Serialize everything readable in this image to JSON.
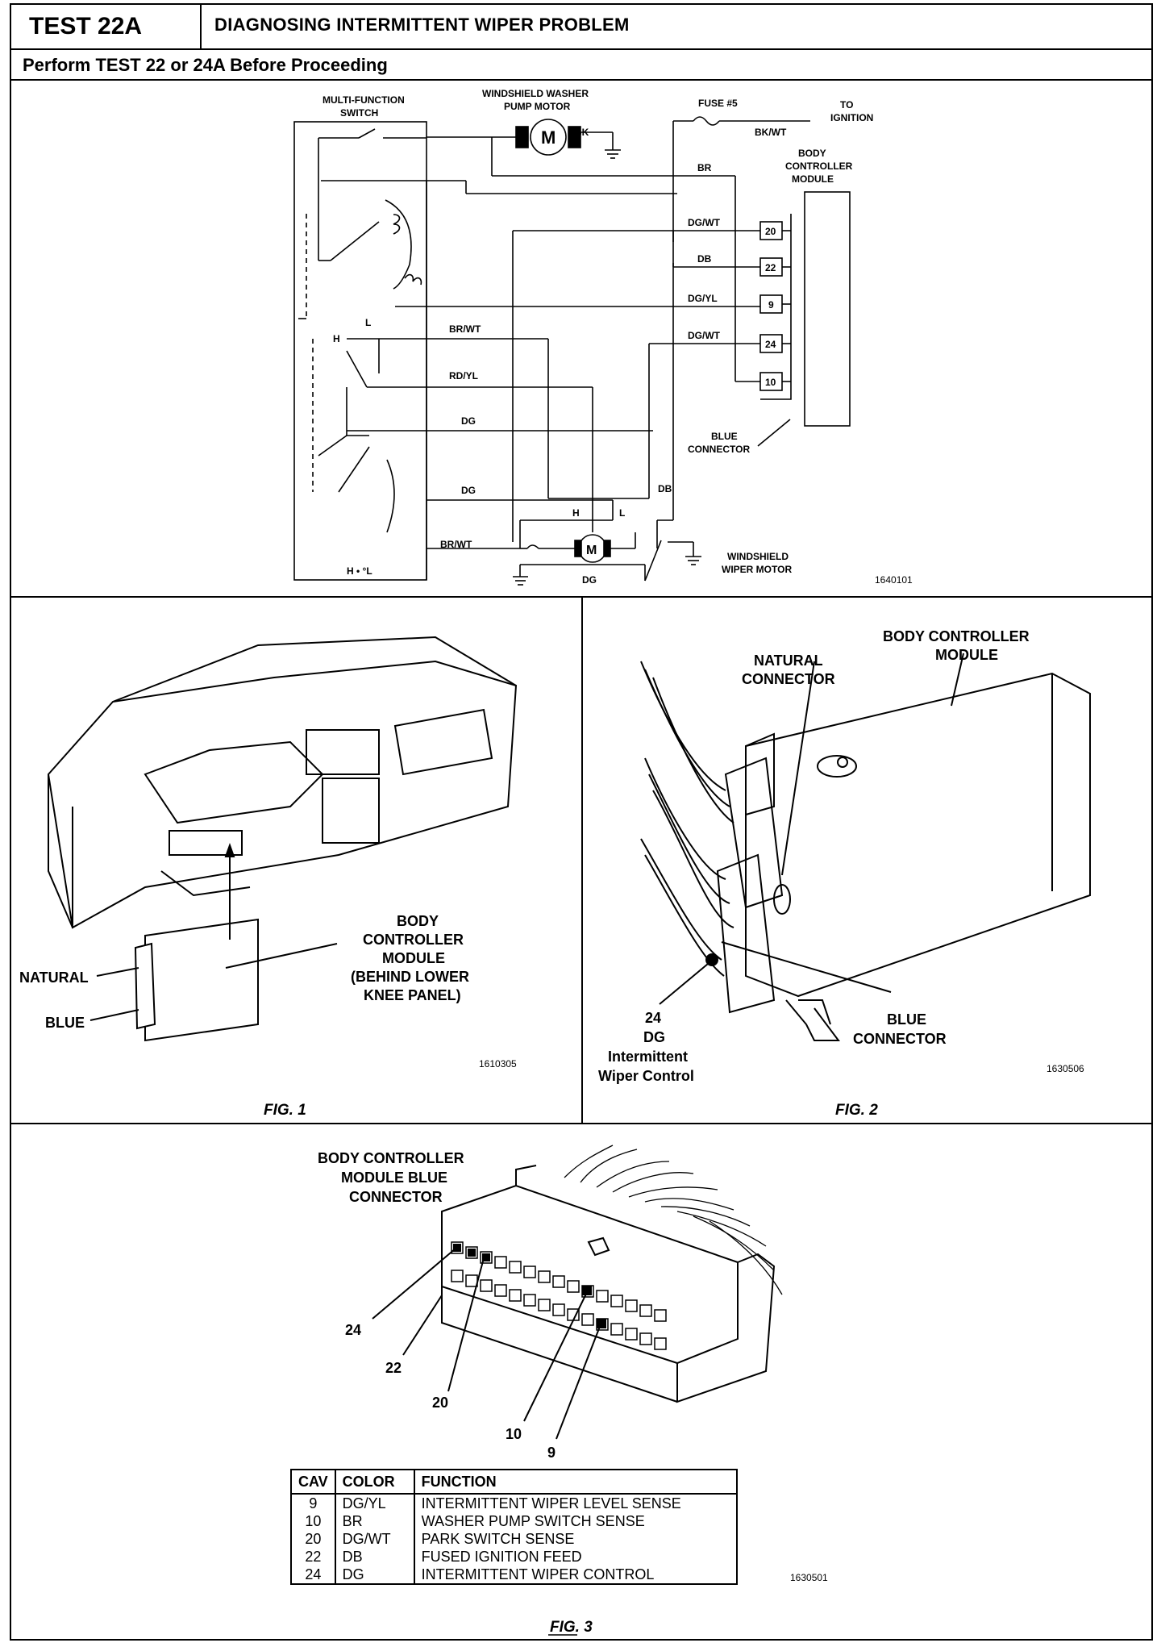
{
  "header": {
    "test_id": "TEST 22A",
    "title": "DIAGNOSING INTERMITTENT WIPER PROBLEM",
    "prereq": "Perform TEST 22 or 24A Before Proceeding"
  },
  "schematic": {
    "labels": {
      "mfs": [
        "MULTI-FUNCTION",
        "SWITCH"
      ],
      "washer": [
        "WINDSHIELD WASHER",
        "PUMP MOTOR"
      ],
      "fuse": "FUSE #5",
      "to_ign": [
        "TO",
        "IGNITION"
      ],
      "bcm": [
        "BODY",
        "CONTROLLER",
        "MODULE"
      ],
      "blue_conn": [
        "BLUE",
        "CONNECTOR"
      ],
      "wiper_motor": [
        "WINDSHIELD",
        "WIPER MOTOR"
      ],
      "motor": "M",
      "h": "H",
      "l": "L",
      "hl_bottom": "H • °L",
      "code": "1640101"
    },
    "wires": {
      "bk": "BK",
      "bkwt": "BK/WT",
      "br": "BR",
      "dgwt": "DG/WT",
      "db": "DB",
      "dgyl": "DG/YL",
      "dgwt2": "DG/WT",
      "brwt": "BR/WT",
      "rdyl": "RD/YL",
      "dg": "DG",
      "dg2": "DG",
      "db2": "DB",
      "brwt2": "BR/WT",
      "dg3": "DG"
    },
    "pins": [
      "20",
      "22",
      "9",
      "24",
      "10"
    ]
  },
  "fig1": {
    "caption": "FIG. 1",
    "bcm": [
      "BODY",
      "CONTROLLER",
      "MODULE",
      "(BEHIND LOWER",
      "KNEE PANEL)"
    ],
    "natural": "NATURAL",
    "blue": "BLUE",
    "code": "1610305"
  },
  "fig2": {
    "caption": "FIG. 2",
    "natural": [
      "NATURAL",
      "CONNECTOR"
    ],
    "bcm": [
      "BODY CONTROLLER",
      "MODULE"
    ],
    "pin": [
      "24",
      "DG",
      "Intermittent",
      "Wiper Control"
    ],
    "blue": [
      "BLUE",
      "CONNECTOR"
    ],
    "code": "1630506"
  },
  "fig3": {
    "caption": "FIG. 3",
    "title": [
      "BODY CONTROLLER",
      "MODULE BLUE",
      "CONNECTOR"
    ],
    "pins": [
      "24",
      "22",
      "20",
      "10",
      "9"
    ],
    "code": "1630501",
    "table": {
      "headers": [
        "CAV",
        "COLOR",
        "FUNCTION"
      ],
      "rows": [
        [
          "9",
          "DG/YL",
          "INTERMITTENT WIPER LEVEL SENSE"
        ],
        [
          "10",
          "BR",
          "WASHER PUMP SWITCH SENSE"
        ],
        [
          "20",
          "DG/WT",
          "PARK SWITCH SENSE"
        ],
        [
          "22",
          "DB",
          "FUSED IGNITION FEED"
        ],
        [
          "24",
          "DG",
          "INTERMITTENT WIPER CONTROL"
        ]
      ]
    }
  }
}
